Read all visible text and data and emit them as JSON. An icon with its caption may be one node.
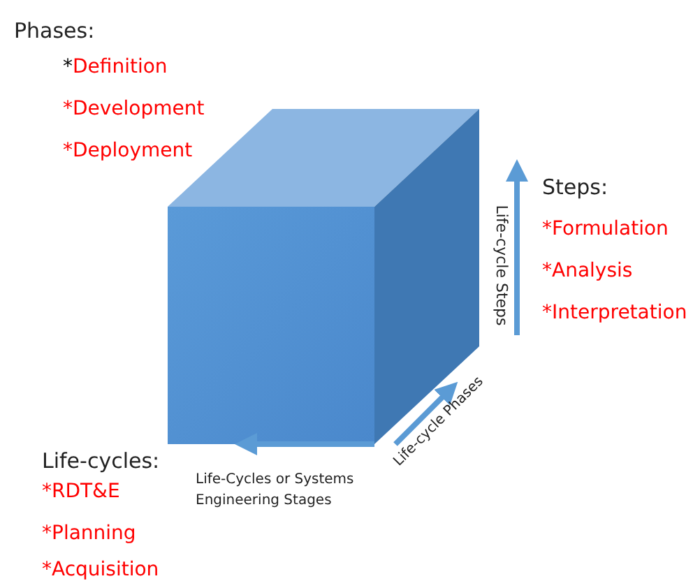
{
  "diagram": {
    "labels": [
      "Phases:",
      "*Definition",
      "*Development",
      "*Deployment",
      "Steps:",
      "*Formulation",
      "*Analysis",
      "*Interpretation",
      "Life-cycle Steps",
      "Life-cycle Phases",
      "Life-cycles:",
      "*RDT&E",
      "*Planning",
      "*Acquisition",
      "Life-Cycles or Systems Engineering Stages"
    ]
  }
}
